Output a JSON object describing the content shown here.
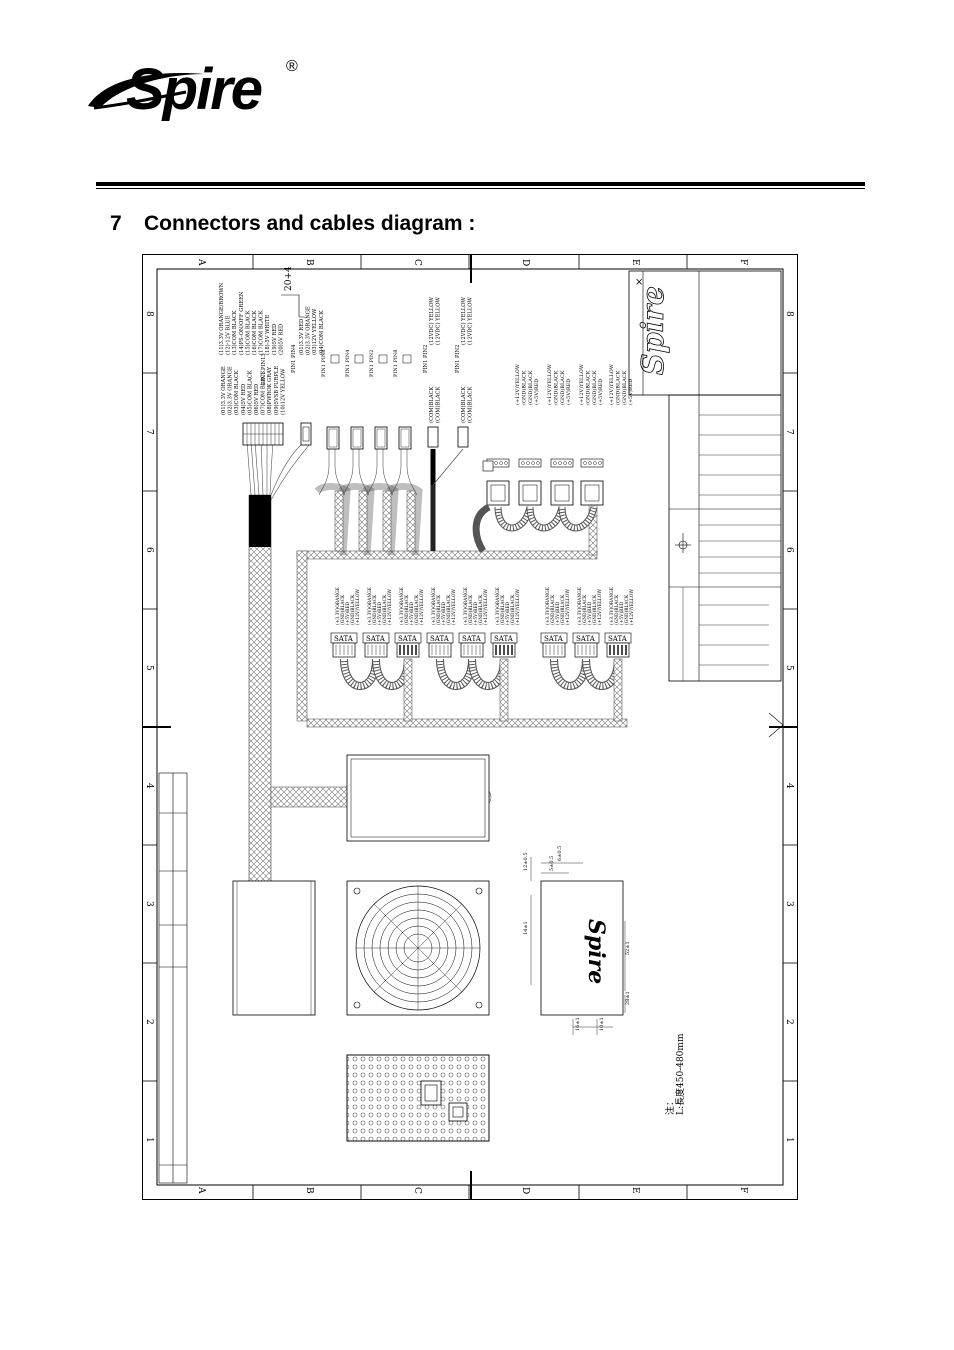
{
  "header": {
    "logo_text": "Spire",
    "logo_mark": "®"
  },
  "section": {
    "number": "7",
    "title": "Connectors and cables diagram :"
  },
  "drawing": {
    "column_letters": [
      "A",
      "B",
      "C",
      "D",
      "E",
      "F"
    ],
    "row_numbers": [
      "8",
      "7",
      "6",
      "5",
      "4",
      "3",
      "2",
      "1"
    ],
    "title_block_logo": "Spire",
    "atx_label": "20+4",
    "atx_pins_left": [
      "(11)3.3V ORANGE/BROWN",
      "(12)-12V BLUE",
      "(13)COM BLACK",
      "(14)PS-ON/OFF GREEN",
      "(15)COM BLACK",
      "(16)COM BLACK",
      "(17)COM BLACK",
      "(18)-5V WHITE",
      "(19)5V RED",
      "(20)5V RED"
    ],
    "atx_pins_right": [
      "(01)3.3V ORANGE",
      "(02)3.3V ORANGE",
      "(03)COM BLACK",
      "(04)5V RED",
      "(05)COM BLACK",
      "(06)5V RED",
      "(07)COM BLACK",
      "(08)PWROK GRAY",
      "(09)5VSB PURPLE",
      "(10)12V YELLOW"
    ],
    "aux_pins": [
      "(01)3.3V RED",
      "(02)3.3V ORANGE",
      "(03)12V YELLOW",
      "(04)COM BLACK"
    ],
    "pin_labels": [
      "PIN1 PIN13",
      "PIN1 PIN4",
      "PIN1 PIN8",
      "PIN1 PIN4",
      "PIN1 PIN2"
    ],
    "pcie_rows": [
      "(12VDC) YELLOW",
      "(12VDC) YELLOW"
    ],
    "com_rows": [
      "(COM)BLACK",
      "(COM)BLACK"
    ],
    "molex_rows": [
      "(+12V)YELLOW",
      "(GND)BLACK",
      "(GND)BLACK",
      "(+5V)RED"
    ],
    "sata_label": "SATA",
    "sata_pins": [
      "(+3.3V)ORANGE",
      "(GND)BLACK",
      "(+5V)RED",
      "(GND)BLACK",
      "(+12V)YELLOW"
    ],
    "note_chinese": "注：",
    "note_length": "L:長度450-480mm",
    "dims": [
      "12±0.5",
      "6±0.5",
      "5±0.5",
      "14±1",
      "52±1",
      "28±1",
      "16±1",
      "10±1"
    ]
  }
}
